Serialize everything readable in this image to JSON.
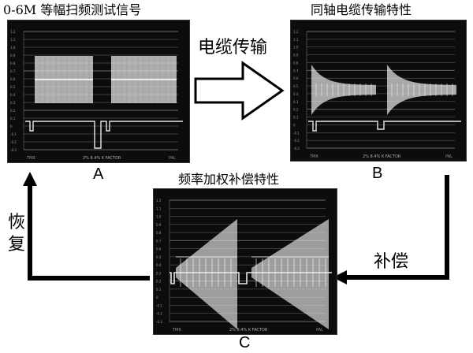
{
  "panels": {
    "a": {
      "title": "0-6M 等幅扫频测试信号",
      "letter": "A",
      "readout": "2% 8.4% K FACTOR",
      "corner_left": "TMR",
      "corner_right": "PAL"
    },
    "b": {
      "title": "同轴电缆传输特性",
      "letter": "B",
      "readout": "2% 8.4% K FACTOR",
      "corner_left": "TMR",
      "corner_right": "PAL"
    },
    "c": {
      "title": "频率加权补偿特性",
      "letter": "C",
      "readout": "2% 8.4% K FACTOR",
      "corner_left": "TMR",
      "corner_right": "PAL"
    }
  },
  "arrows": {
    "ab": "电缆传输",
    "bc": "补偿",
    "ca_1": "恢",
    "ca_2": "复"
  },
  "scale_marks": [
    "1.2",
    "1.1",
    "1.0",
    "0.9",
    "0.8",
    "0.7",
    "0.6",
    "0.5",
    "0.4",
    "0.3",
    "0.2",
    "0.1",
    "0",
    "-0.1",
    "-0.2",
    "-0.3"
  ],
  "colors": {
    "screen": "#0c0c0c",
    "trace": "#e8e8e8",
    "grid": "#6a6a6a"
  }
}
